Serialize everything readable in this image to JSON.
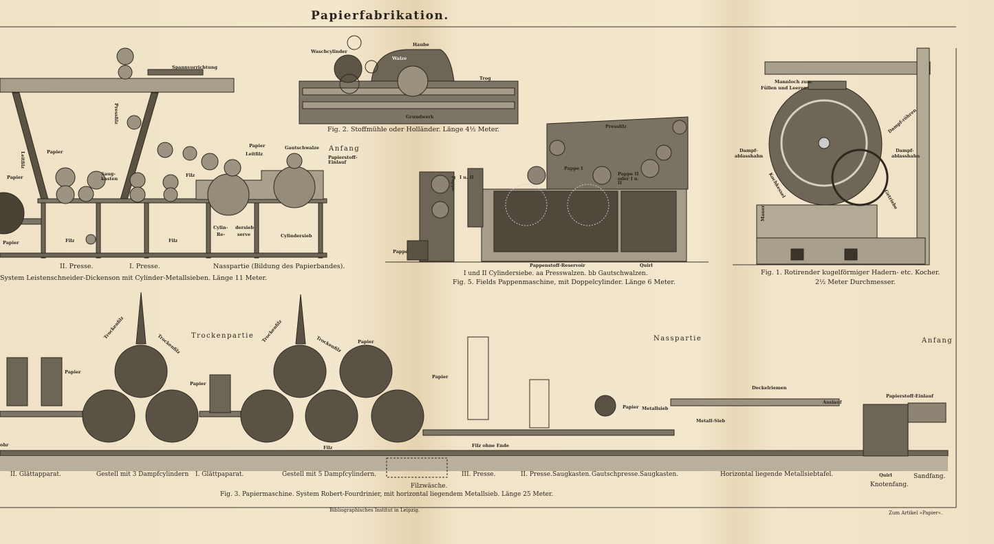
{
  "title": "Papierfabrikation.",
  "fig2": {
    "labels": [
      "Waschcylinder",
      "Haube",
      "Walze",
      "Trog",
      "Grundwerk"
    ],
    "caption": "Fig. 2.  Stoffmühle oder Holländer.  Länge 4½ Meter."
  },
  "fig4": {
    "labels": [
      "Spannvorrichtung",
      "Pressfilz",
      "Leitfilz",
      "Papier",
      "Papier",
      "Saug-kasten",
      "Papier",
      "Leitfilz",
      "Gautschwalze",
      "Anfang",
      "Papierstoff-Einlauf",
      "Filz",
      "Cylindersieb",
      "Cylin-",
      "dersieb",
      "Re-",
      "serve",
      "Filz",
      "Filz",
      "Papier"
    ],
    "bottom": [
      "II. Presse.",
      "I. Presse.",
      "Nasspartie (Bildung des Papierbandes)."
    ],
    "caption": "System Leistenschneider-Dickenson  mit Cylinder-Metallsieben.  Länge 11 Meter."
  },
  "fig5": {
    "labels": [
      "Pressfilz",
      "I u. II",
      "Pappe",
      "Pappe I",
      "Pappe II oder I u. II",
      "Pappe",
      "Pappenstoff-Reservoir",
      "Quirl"
    ],
    "legend": "I und II Cylindersiebe.  aa Presswalzen.  bb Gautschwalzen.",
    "caption": "Fig. 5.  Fields Pappenmaschine, mit Doppelcylinder.  Länge 6 Meter."
  },
  "fig1": {
    "labels": [
      "Mannloch zum",
      "Füllen und Leeren",
      "Dampf-",
      "ablasshahn",
      "Dampf-",
      "ablasshahn",
      "Dampf-röhren",
      "Kochkessel",
      "Getriebe",
      "Mauer"
    ],
    "caption": "Fig. 1.  Rotirender kugelförmiger Hadern- etc. Kocher.",
    "caption2": "2½ Meter Durchmesser."
  },
  "fig3": {
    "labels": [
      "Trockenpartie",
      "Nasspartie",
      "Anfang",
      "Papier",
      "Deckelriemen",
      "Auslauf",
      "Papierstoff-Einlauf",
      "Metallsieb",
      "Metall-Sieb",
      "Filz ohne Ende",
      "Papier",
      "Papier",
      "Papier",
      "Papier",
      "Filz",
      "Trockenfilz",
      "Trockenfilz",
      "Trockenfilz",
      "Trockenfilz",
      "ohr"
    ],
    "bottom": [
      "II. Glättapparat.",
      "Gestell mit 3 Dampfcylindern",
      "I. Glättpaparat.",
      "Gestell mit 5 Dampfcylindern.",
      "III. Presse.",
      "II. Presse.",
      "Saugkasten.",
      "Gautschpresse.",
      "Saugkasten.",
      "Horizontal liegende Metallsiebtafel.",
      "Quirl",
      "Sandfang.",
      "Knotenfang.",
      "Filzwäsche."
    ],
    "caption": "Fig. 3.  Papiermaschine.  System Robert-Fourdrinier, mit horizontal liegendem Metallsieb.  Länge 25 Meter."
  },
  "footer": {
    "publisher": "Bibliographisches Institut in Leipzig.",
    "article": "Zum Artikel »Papier«."
  }
}
